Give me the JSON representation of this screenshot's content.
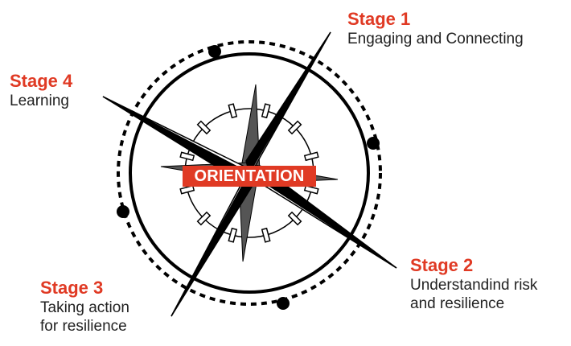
{
  "colors": {
    "accent": "#e03a24",
    "primary_needle": "#000000",
    "secondary_needle": "#555555",
    "text": "#222222"
  },
  "center": {
    "label": "ORIENTATION"
  },
  "stages": [
    {
      "title": "Stage 1",
      "lines": [
        "Engaging and Connecting"
      ]
    },
    {
      "title": "Stage 2",
      "lines": [
        "Understandind risk",
        "and resilience"
      ]
    },
    {
      "title": "Stage 3",
      "lines": [
        "Taking action",
        "for resilience"
      ]
    },
    {
      "title": "Stage 4",
      "lines": [
        "Learning"
      ]
    }
  ]
}
